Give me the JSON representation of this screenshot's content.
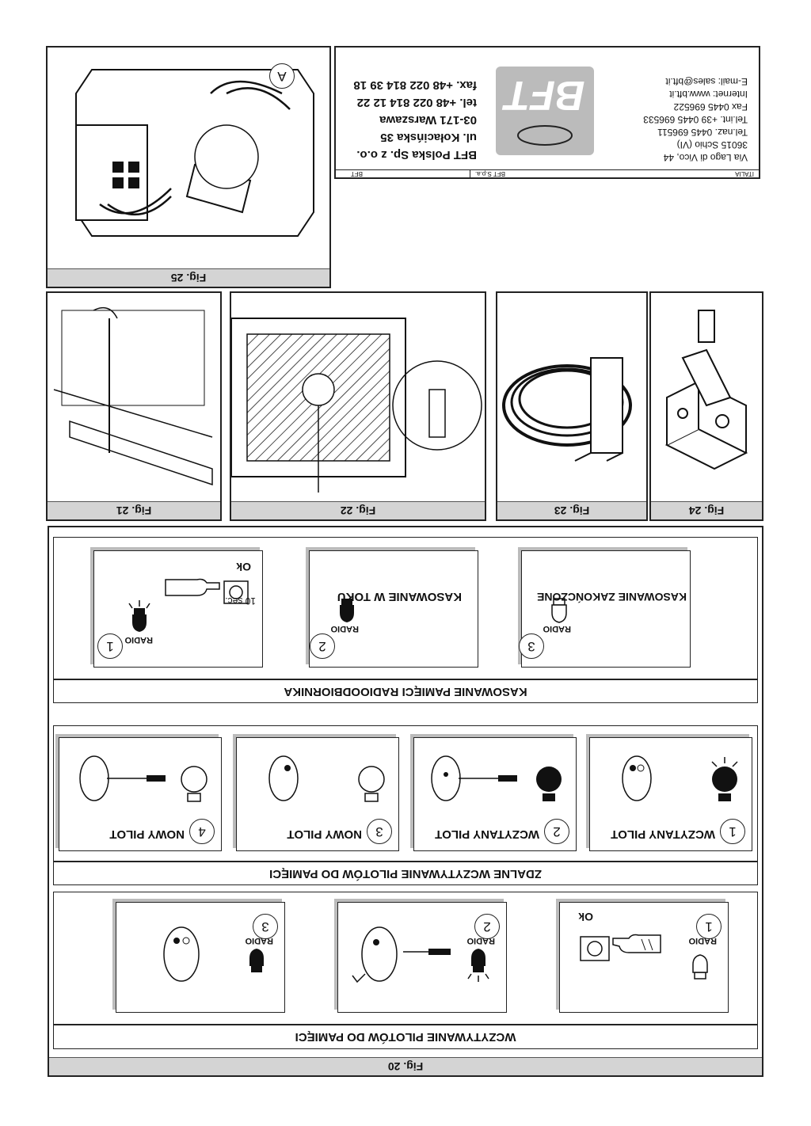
{
  "fig20": {
    "caption": "Fig. 20",
    "banner": "WCZYTYWANIE PILOTÓW DO PAMIĘCI",
    "steps": [
      {
        "num": "1",
        "radio": "RADIO",
        "ok": "Ok"
      },
      {
        "num": "2",
        "radio": "RADIO"
      },
      {
        "num": "3",
        "radio": "RADIO"
      }
    ],
    "remote_banner": "ZDALNE WCZYTYWANIE PILOTÓW DO PAMIĘCI",
    "remote_steps": [
      {
        "num": "1",
        "label": "WCZYTANY PILOT"
      },
      {
        "num": "2",
        "label": "WCZYTANY PILOT"
      },
      {
        "num": "3",
        "label": "NOWY PILOT"
      },
      {
        "num": "4",
        "label": "NOWY PILOT"
      }
    ],
    "erase_banner": "KASOWANIE PAMIĘCI RADIOODBIORNIKA",
    "erase_steps": [
      {
        "num": "1",
        "radio": "RADIO",
        "ok": "Ok",
        "time": "10 sec."
      },
      {
        "num": "2",
        "radio": "RADIO",
        "label": "KASOWANIE W TOKU"
      },
      {
        "num": "3",
        "radio": "RADIO",
        "label": "KASOWANIE ZAKOŃCZONE"
      }
    ]
  },
  "figs_small": {
    "fig21": "Fig. 21",
    "fig22": "Fig. 22",
    "fig23": "Fig. 23",
    "fig24": "Fig. 24"
  },
  "fig25": {
    "caption": "Fig. 25",
    "marker": "A"
  },
  "contact": {
    "bft_spa": {
      "label": "BFT S.p.a.",
      "line1": "Via Lago di Vico, 44",
      "line2": "36015 Schio (VI)",
      "line3": "Tel.naz. 0445 696511",
      "line4": "Tel.int. +39 0445 696533",
      "line5": "Fax 0445 696522",
      "line6": "Internet: www.bft.it",
      "line7": "E-mail: sales@bft.it",
      "country": "ITALIA"
    },
    "bft_pl": {
      "label": "BFT",
      "line1": "BFT Polska Sp. z o.o.",
      "line2": "ul. Kołacińska 35",
      "line3": "03-171 Warszawa",
      "line4": "tel. +48 022 814 12 22",
      "line5": "fax. +48 022 814 39 18"
    },
    "logo": "BFT"
  }
}
